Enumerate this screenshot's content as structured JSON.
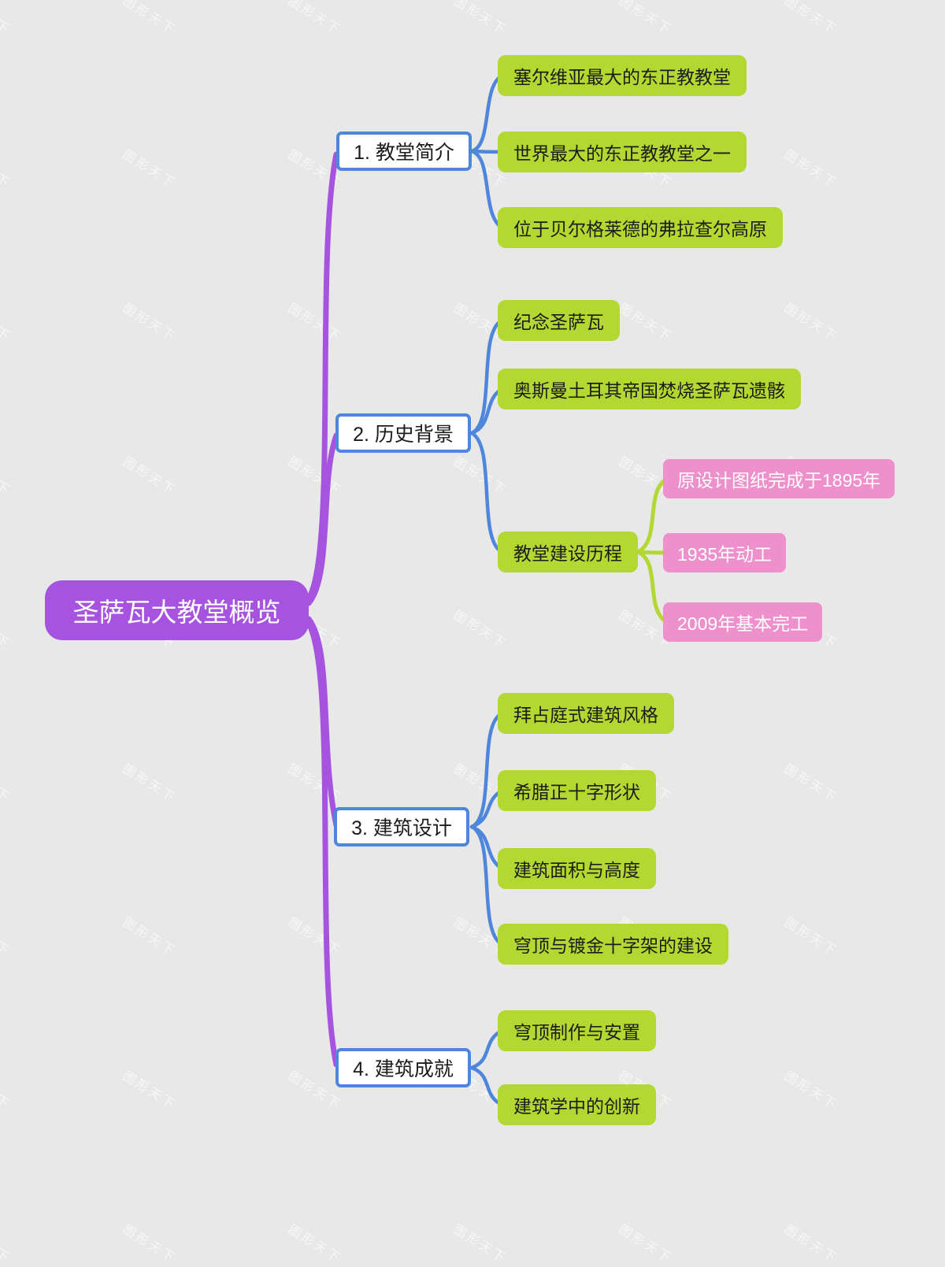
{
  "app": {
    "background_color": "#e9e8e8",
    "watermark_text": "图形天下"
  },
  "colors": {
    "root_fill": "#a653df",
    "branch_border": "#4d86db",
    "leaf_fill": "#b3d831",
    "sub_fill": "#ee90cc",
    "root_text": "#ffffff",
    "leaf_text": "#1c1c1c",
    "sub_text": "#ffffff"
  },
  "mindmap": {
    "root": {
      "label": "圣萨瓦大教堂概览"
    },
    "branches": [
      {
        "label": "1. 教堂简介",
        "children": [
          {
            "label": "塞尔维亚最大的东正教教堂"
          },
          {
            "label": "世界最大的东正教教堂之一"
          },
          {
            "label": "位于贝尔格莱德的弗拉查尔高原"
          }
        ]
      },
      {
        "label": "2. 历史背景",
        "children": [
          {
            "label": "纪念圣萨瓦"
          },
          {
            "label": "奥斯曼土耳其帝国焚烧圣萨瓦遗骸"
          },
          {
            "label": "教堂建设历程",
            "children": [
              {
                "label": "原设计图纸完成于1895年"
              },
              {
                "label": "1935年动工"
              },
              {
                "label": "2009年基本完工"
              }
            ]
          }
        ]
      },
      {
        "label": "3. 建筑设计",
        "children": [
          {
            "label": "拜占庭式建筑风格"
          },
          {
            "label": "希腊正十字形状"
          },
          {
            "label": "建筑面积与高度"
          },
          {
            "label": "穹顶与镀金十字架的建设"
          }
        ]
      },
      {
        "label": "4. 建筑成就",
        "children": [
          {
            "label": "穹顶制作与安置"
          },
          {
            "label": "建筑学中的创新"
          }
        ]
      }
    ]
  }
}
